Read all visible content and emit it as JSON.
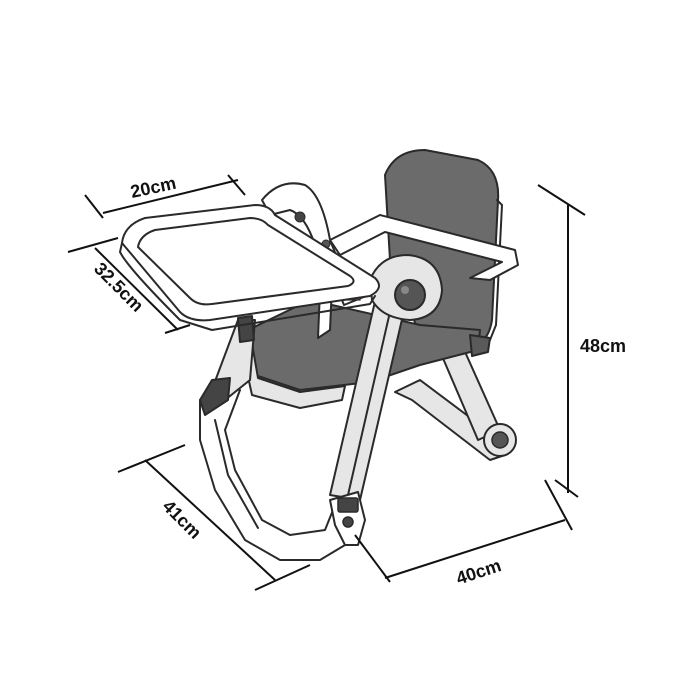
{
  "dimensions": {
    "tray_width": "20cm",
    "tray_depth": "32.5cm",
    "height": "48cm",
    "base_depth": "41cm",
    "base_width": "40cm"
  },
  "colors": {
    "seat_gray": "#6b6b6b",
    "frame_light": "#e6e6e6",
    "tray_white": "#ffffff",
    "line": "#2a2a2a",
    "buckle_red": "#c0392b"
  }
}
